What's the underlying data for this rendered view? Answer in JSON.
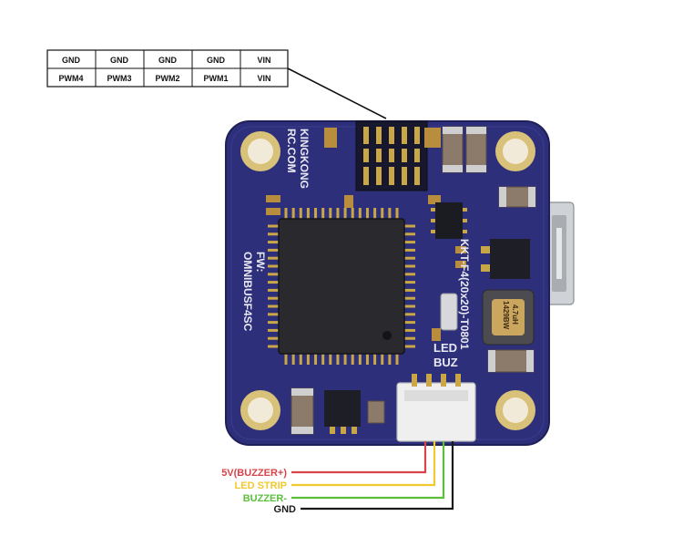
{
  "pin_table": {
    "rows": [
      [
        "GND",
        "GND",
        "GND",
        "GND",
        "VIN"
      ],
      [
        "PWM4",
        "PWM3",
        "PWM2",
        "PWM1",
        "VIN"
      ]
    ]
  },
  "board": {
    "brand_text": [
      "KINGKONG",
      "RC.COM"
    ],
    "fw_text": [
      "FW:",
      "OMNIBUSF4SC"
    ],
    "model_text": "KKT-F4(20x20)-T0801",
    "inductor_text": [
      "4.7uH",
      "1429BW"
    ],
    "led_label": "LED",
    "buz_label": "BUZ"
  },
  "wires": [
    {
      "label": "5V(BUZZER+)",
      "color": "#d9434a"
    },
    {
      "label": "LED STRIP",
      "color": "#f2c92e"
    },
    {
      "label": "BUZZER-",
      "color": "#5bbf3c"
    },
    {
      "label": "GND",
      "color": "#1a1a1a"
    }
  ]
}
